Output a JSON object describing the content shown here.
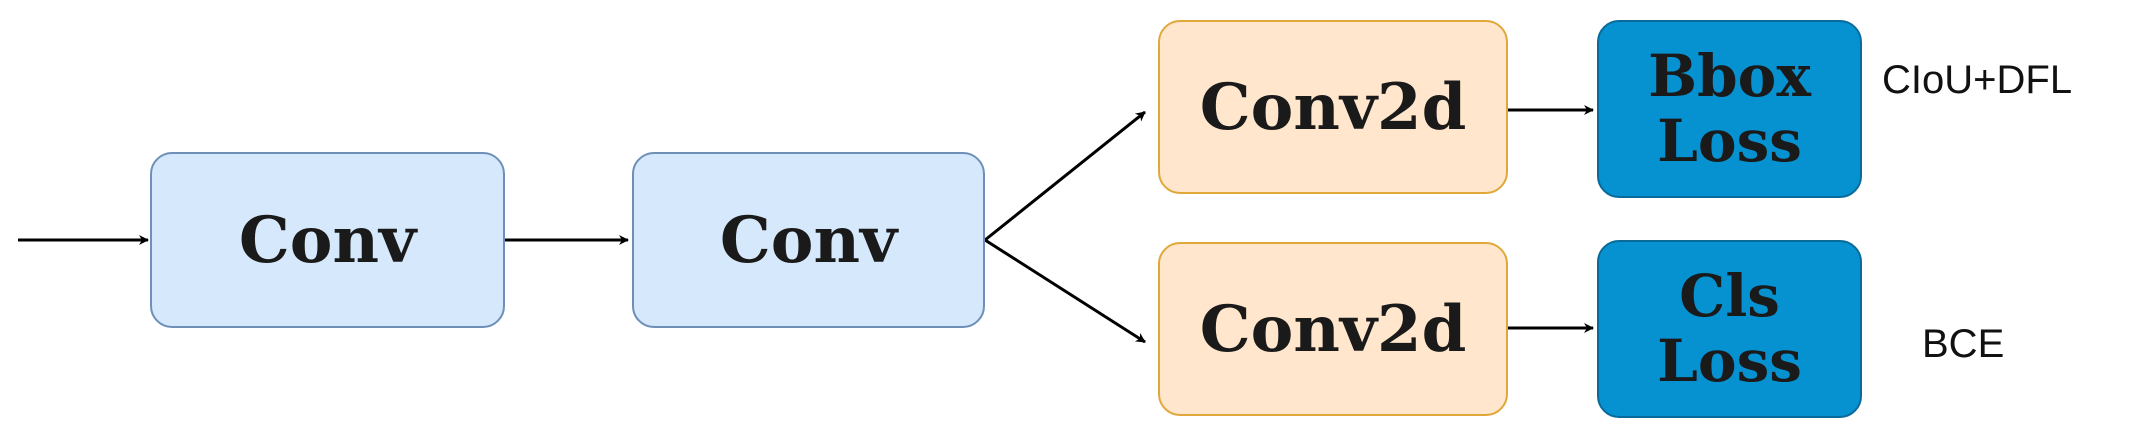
{
  "nodes": {
    "conv_1": "Conv",
    "conv_2": "Conv",
    "conv2d_top": "Conv2d",
    "conv2d_bottom": "Conv2d",
    "bbox_loss": {
      "line1": "Bbox",
      "line2": "Loss"
    },
    "cls_loss": {
      "line1": "Cls",
      "line2": "Loss"
    }
  },
  "annotations": {
    "bbox_loss_type": "CIoU+DFL",
    "cls_loss_type": "BCE"
  },
  "colors": {
    "conv_fill": "#d6e8fb",
    "conv2d_fill": "#ffe6cc",
    "loss_fill": "#0692d0"
  }
}
